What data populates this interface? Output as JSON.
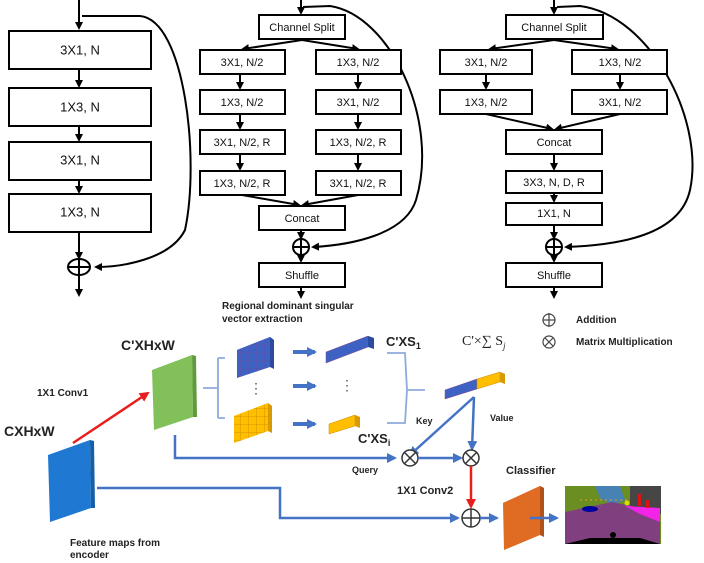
{
  "block_a": {
    "layers": [
      "3X1, N",
      "1X3, N",
      "3X1, N",
      "1X3, N"
    ],
    "merge_op": "addition"
  },
  "block_b": {
    "split": "Channel Split",
    "left": [
      "3X1, N/2",
      "1X3, N/2",
      "3X1, N/2, R",
      "1X3, N/2, R"
    ],
    "right": [
      "1X3, N/2",
      "3X1, N/2",
      "1X3, N/2, R",
      "3X1, N/2, R"
    ],
    "concat": "Concat",
    "shuffle": "Shuffle"
  },
  "block_c": {
    "split": "Channel Split",
    "left": [
      "3X1, N/2",
      "1X3, N/2"
    ],
    "right": [
      "1X3, N/2",
      "3X1, N/2"
    ],
    "concat": "Concat",
    "post": [
      "3X3, N, D, R",
      "1X1, N"
    ],
    "shuffle": "Shuffle"
  },
  "attention": {
    "input_label": "CXHxW",
    "conv1_label": "1X1 Conv1",
    "reduced_label": "C'XHxW",
    "extraction_title_1": "Regional dominant singular",
    "extraction_title_2": "vector extraction",
    "vec_top_label": "C'XS",
    "vec_top_sub": "1",
    "vec_bot_label": "C'XS",
    "vec_bot_sub": "i",
    "ellipsis": "⋮",
    "concat_formula": "C'×∑ S",
    "concat_formula_sub": "j",
    "key_label": "Key",
    "value_label": "Value",
    "query_label": "Query",
    "conv2_label": "1X1 Conv2",
    "classifier_label": "Classifier",
    "encoder_label_1": "Feature maps from",
    "encoder_label_2": "encoder"
  },
  "legend": {
    "addition_symbol": "⊕",
    "addition_label": "Addition",
    "mult_symbol": "⊗",
    "mult_label": "Matrix Multiplication"
  },
  "colors": {
    "input_map": "#1f78d1",
    "reduced_map": "#82c05a",
    "vector_blue": "#3d62c4",
    "vector_orange": "#ffbf00",
    "classifier": "#e06b23",
    "flow_line": "#4472c4",
    "conv_arrow": "#e81e1e"
  }
}
